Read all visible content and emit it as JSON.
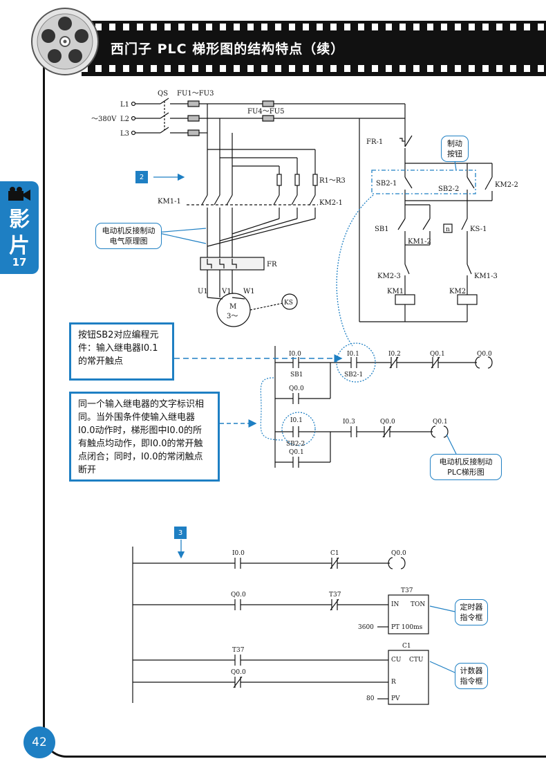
{
  "header": {
    "title": "西门子 PLC 梯形图的结构特点（续）"
  },
  "side_tab": {
    "word1": "影",
    "word2": "片",
    "number": "17"
  },
  "page": {
    "number": "42"
  },
  "steps": [
    "2",
    "3"
  ],
  "circuit": {
    "lines": [
      "L1",
      "L2",
      "L3"
    ],
    "voltage": "～380V",
    "qs": "QS",
    "fu1": "FU1～FU3",
    "fu4": "FU4～FU5",
    "r": "R1～R3",
    "km1_1": "KM1-1",
    "km2_1": "KM2-1",
    "fr": "FR",
    "u1": "U1",
    "v1": "V1",
    "w1": "W1",
    "motor_m": "M",
    "motor_phase": "3～",
    "ks": "KS",
    "fr1": "FR-1",
    "sb2_1": "SB2-1",
    "sb2_2": "SB2-2",
    "km2_2": "KM2-2",
    "sb1": "SB1",
    "km1_2": "KM1-2",
    "n": "n",
    "ks1": "KS-1",
    "km2_3": "KM2-3",
    "km1_3": "KM1-3",
    "km1_coil": "KM1",
    "km2_coil": "KM2"
  },
  "callouts": {
    "button_line1": "制动",
    "button_line2": "按钮",
    "schematic_line1": "电动机反接制动",
    "schematic_line2": "电气原理图",
    "ladder_line1": "电动机反接制动",
    "ladder_line2": "PLC梯形图",
    "timer_line1": "定时器",
    "timer_line2": "指令框",
    "counter_line1": "计数器",
    "counter_line2": "指令框"
  },
  "notes": {
    "note1": "按钮SB2对应编程元件：输入继电器I0.1的常开触点",
    "note2": "同一个输入继电器的文字标识相同。当外围条件使输入继电器I0.0动作时，梯形图中I0.0的所有触点均动作，即I0.0的常开触点闭合；同时，I0.0的常闭触点断开"
  },
  "ladder1": {
    "i00": "I0.0",
    "sb1": "SB1",
    "i01": "I0.1",
    "sb2_1": "SB2-1",
    "i02": "I0.2",
    "q01a": "Q0.1",
    "q00_coil": "Q0.0",
    "q00_seal": "Q0.0",
    "i01b": "I0.1",
    "sb2_2": "SB2-2",
    "i03": "I0.3",
    "q00b": "Q0.0",
    "q01_coil": "Q0.1",
    "q01_seal": "Q0.1"
  },
  "ladder2": {
    "i00": "I0.0",
    "c1a": "C1",
    "q00_coil": "Q0.0",
    "q00": "Q0.0",
    "t37a": "T37",
    "t37_title": "T37",
    "t37_in": "IN",
    "t37_ton": "TON",
    "t37_pt": "PT 100ms",
    "t37_preset": "3600",
    "t37b": "T37",
    "q00b": "Q0.0",
    "c1_title": "C1",
    "c1_cu": "CU",
    "c1_ctu": "CTU",
    "c1_r": "R",
    "c1_pv": "PV",
    "c1_preset": "80"
  },
  "colors": {
    "accent": "#1e7fc3",
    "ink": "#111111"
  }
}
